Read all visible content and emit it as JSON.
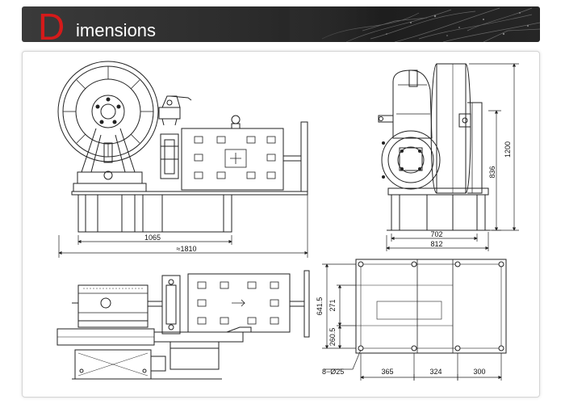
{
  "header": {
    "title_initial": "D",
    "title_rest": "imensions"
  },
  "colors": {
    "header_bg": "#2b2b2b",
    "title_initial": "#d51a1a",
    "title_rest": "#ffffff",
    "line": "#222222"
  },
  "dimensions": {
    "front_base_length": "1065",
    "front_total_length": "≈1810",
    "side_height_total": "1200",
    "side_height_axis": "836",
    "side_width_inner": "702",
    "side_width_outer": "812",
    "plan_dim_641": "641.5",
    "plan_dim_271": "271",
    "plan_dim_260": "260.5",
    "bolt_holes": "8−Ø25",
    "plan_dim_365": "365",
    "plan_dim_324": "324",
    "plan_dim_300": "300"
  }
}
